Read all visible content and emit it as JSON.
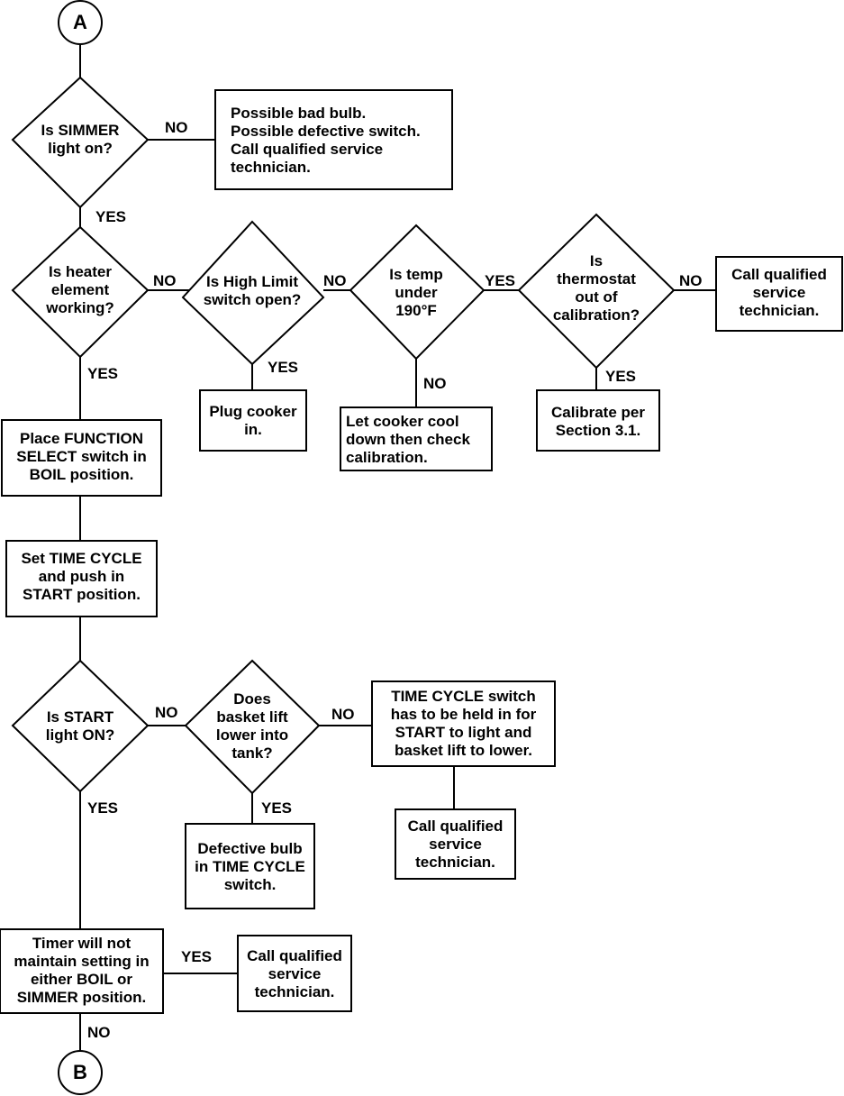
{
  "connectors": {
    "top": "A",
    "bottom": "B"
  },
  "decisions": {
    "simmer_light": "Is SIMMER\nlight on?",
    "heater_element": "Is heater\nelement\nworking?",
    "high_limit": "Is High Limit\nswitch open?",
    "temp_under": "Is temp\nunder\n190°F",
    "thermostat": "Is\nthermostat\nout of\ncalibration?",
    "start_light": "Is START\nlight ON?",
    "basket_lift": "Does\nbasket lift\nlower into\ntank?"
  },
  "actions": {
    "bad_bulb": "Possible bad bulb.\nPossible defective switch.\nCall qualified service\ntechnician.",
    "call_service_1": "Call qualified\nservice\ntechnician.",
    "plug_cooker": "Plug cooker\nin.",
    "cool_down": "Let cooker cool\ndown then check\ncalibration.",
    "calibrate": "Calibrate per\nSection 3.1.",
    "place_function": "Place FUNCTION\nSELECT switch in\nBOIL position.",
    "set_time": "Set TIME CYCLE\nand push in\nSTART position.",
    "time_cycle_held": "TIME CYCLE switch\nhas to be held in for\nSTART to light and\nbasket lift to lower.",
    "call_service_2": "Call qualified\nservice\ntechnician.",
    "defective_bulb": "Defective bulb\nin TIME CYCLE\nswitch.",
    "timer": "Timer will not\nmaintain setting in\neither BOIL or\nSIMMER position.",
    "call_service_3": "Call qualified\nservice\ntechnician."
  },
  "edges": {
    "simmer_no": "NO",
    "simmer_yes": "YES",
    "heater_no": "NO",
    "heater_yes": "YES",
    "high_limit_no": "NO",
    "high_limit_yes": "YES",
    "temp_yes": "YES",
    "temp_no": "NO",
    "thermostat_no": "NO",
    "thermostat_yes": "YES",
    "start_no": "NO",
    "start_yes": "YES",
    "basket_no": "NO",
    "basket_yes": "YES",
    "timer_yes": "YES",
    "timer_no": "NO"
  }
}
